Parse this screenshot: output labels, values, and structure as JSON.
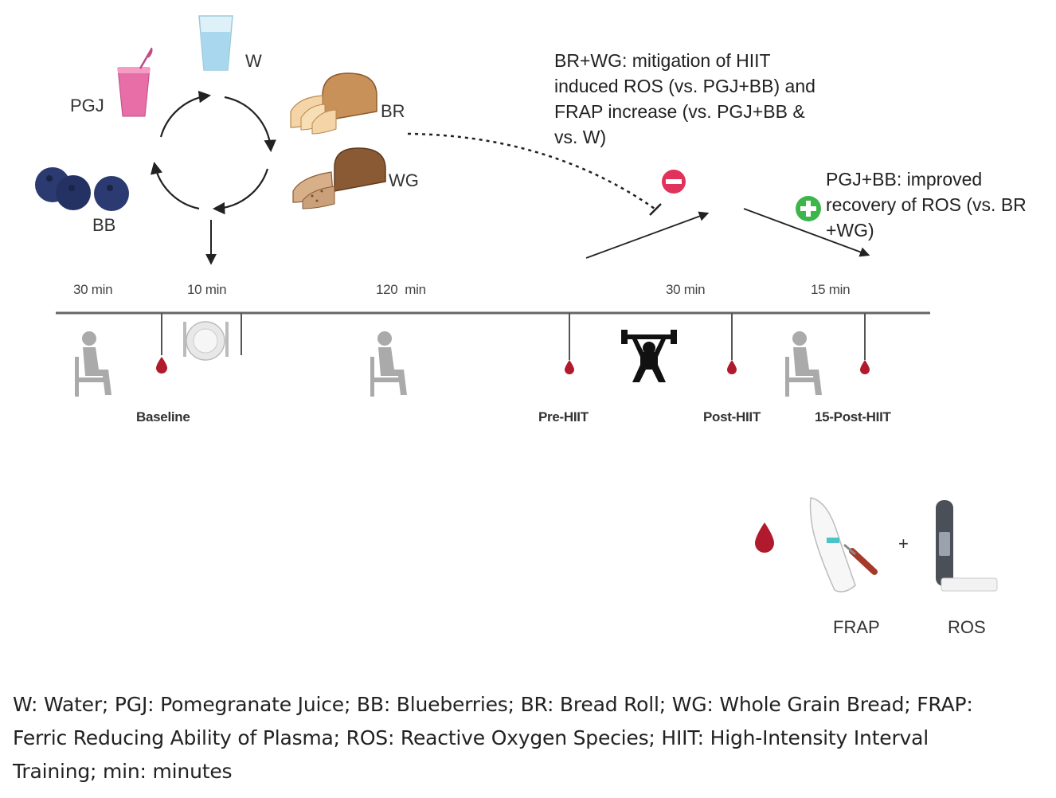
{
  "cycle": {
    "items": {
      "water": "W",
      "juice": "PGJ",
      "bread_roll": "BR",
      "whole_grain": "WG",
      "blueberries": "BB"
    }
  },
  "durations": [
    "30 min",
    "10 min",
    "120  min",
    "30 min",
    "15 min"
  ],
  "stages": {
    "baseline": "Baseline",
    "pre": "Pre-HIIT",
    "post": "Post-HIIT",
    "post15": "15-Post-HIIT"
  },
  "annotations": {
    "mitigation": [
      "BR+WG: mitigation of HIIT",
      "induced ROS (vs. PGJ+BB) and",
      "FRAP increase (vs. PGJ+BB &",
      "vs. W)"
    ],
    "recovery": [
      "PGJ+BB: improved",
      "recovery of ROS (vs. BR",
      "+WG)"
    ]
  },
  "measures": {
    "plus": "+",
    "frap": "FRAP",
    "ros": "ROS"
  },
  "legend": {
    "lines": [
      "W: Water; PGJ: Pomegranate Juice; BB: Blueberries; BR: Bread Roll; WG: Whole Grain Bread; FRAP:",
      "Ferric Reducing Ability of Plasma; ROS: Reactive Oxygen Species; HIIT: High-Intensity Interval",
      "Training; min: minutes"
    ]
  },
  "colors": {
    "juice": "#e0609a",
    "water": "#bfe3f2",
    "bread": "#c8915a",
    "blueberry": "#27356a",
    "blood": "#b01a2c",
    "minus": "#e0325a",
    "plus": "#3cb54a",
    "person": "#aaaaaa"
  }
}
